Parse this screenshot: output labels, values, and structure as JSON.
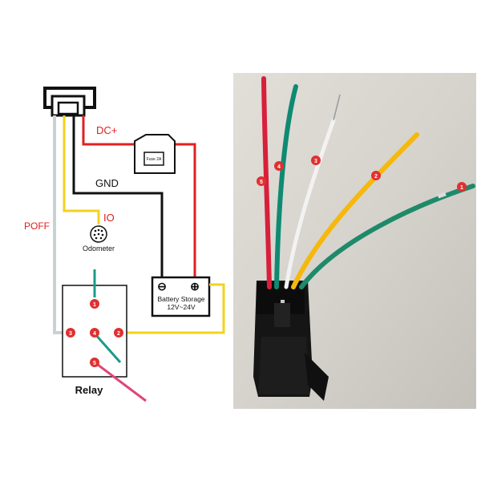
{
  "diagram": {
    "labels": {
      "dc_plus": "DC+",
      "gnd": "GND",
      "io": "IO",
      "poff": "POFF",
      "odometer": "Odometer",
      "fuse": "Fuse 2A",
      "battery_line1": "Battery Storage",
      "battery_line2": "12V~24V",
      "minus": "⊖",
      "plus": "⊕",
      "relay": "Relay"
    },
    "relay_pins": [
      "1",
      "2",
      "3",
      "4",
      "5"
    ],
    "wire_colors": {
      "dc_plus": "#e02020",
      "gnd": "#111111",
      "io": "#f4d21c",
      "poff": "#c9d1d3",
      "relay_out": "#f4d21c",
      "relay_coil": "#1b9a8a",
      "relay_tail": "#e0457c"
    }
  },
  "photo": {
    "wire_tags": [
      "5",
      "4",
      "3",
      "2",
      "1"
    ],
    "wire_colors": [
      "#d81f3b",
      "#0f8a73",
      "#f2f2f2",
      "#f5b80c",
      "#1f8a6a"
    ],
    "background": "#d5d2cc"
  }
}
